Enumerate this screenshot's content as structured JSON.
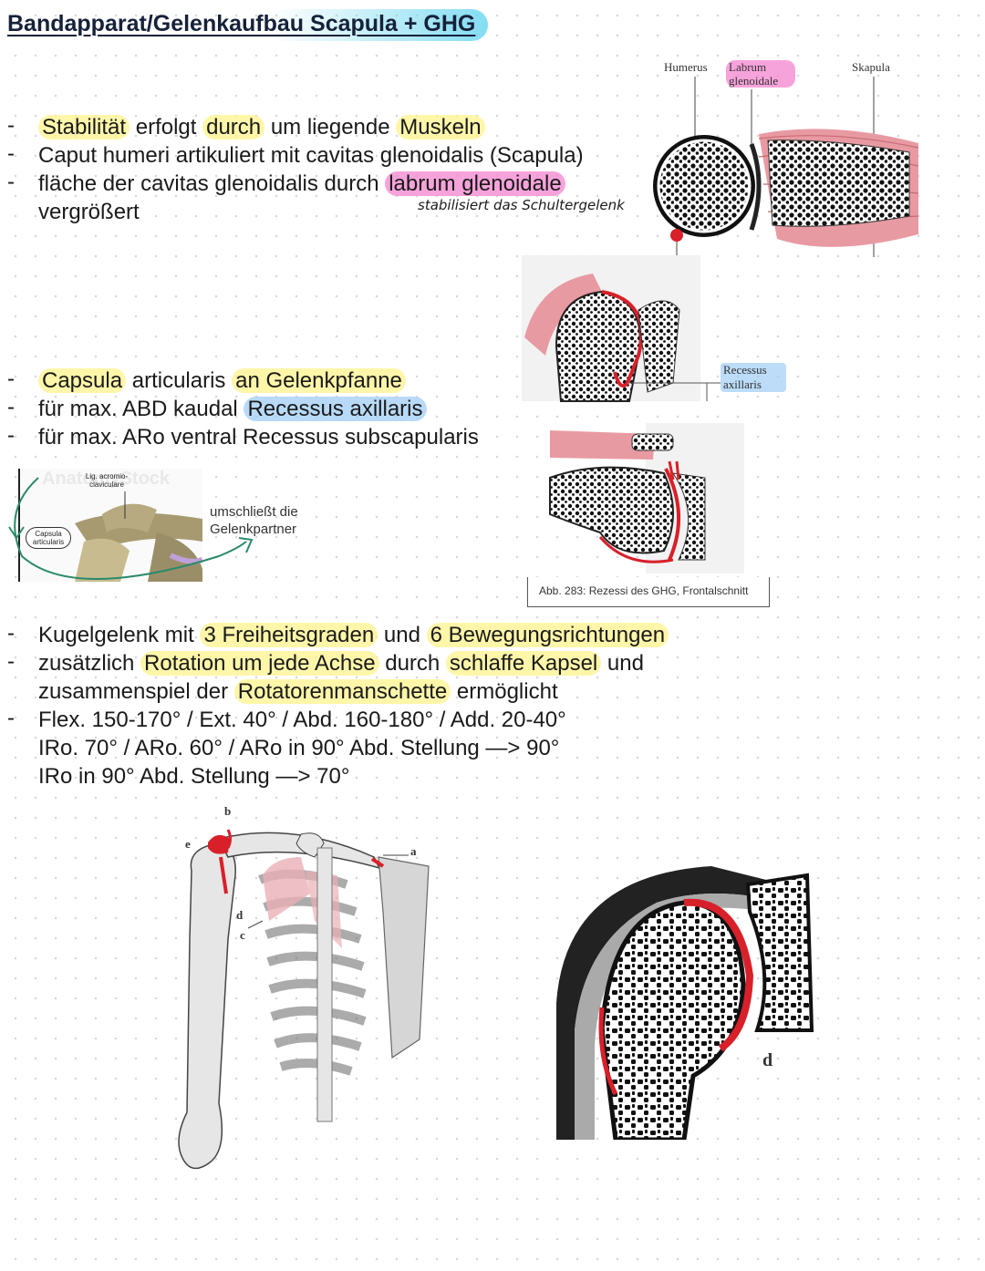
{
  "title": "Bandapparat/Gelenkaufbau Scapula + GHG",
  "section1": {
    "b1": {
      "a": "Stabilität",
      "b": " erfolgt ",
      "c": "durch",
      "d": " um liegende ",
      "e": "Muskeln"
    },
    "b2": "Caput humeri artikuliert mit cavitas glenoidalis (Scapula)",
    "b3": {
      "a": "fläche der cavitas glenoidalis durch ",
      "b": "labrum glenoidale"
    },
    "b3_cont": "vergrößert",
    "note": "stabilisiert das Schultergelenk"
  },
  "fig1_labels": {
    "humerus": "Humerus",
    "labrum": "Labrum glenoidale",
    "skapula": "Skapula"
  },
  "fig2_labels": {
    "recessus": "Recessus axillaris"
  },
  "section2": {
    "b1": {
      "a": "Capsula",
      "b": " articularis ",
      "c": "an Gelenkpfanne"
    },
    "b2": {
      "a": "für max. ABD kaudal ",
      "b": "Recessus axillaris"
    },
    "b3": "für max. ARo ventral Recessus subscapularis"
  },
  "small_img": {
    "lig": "Lig. acromio-claviculare",
    "capsula": "Capsula articularis",
    "watermark": "AnatomyStock"
  },
  "small_note": "umschließt die Gelenkpartner",
  "caption": "Abb. 283: Rezessi des GHG, Frontalschnitt",
  "section3": {
    "b1": {
      "a": "Kugelgelenk mit ",
      "b": "3 Freiheitsgraden",
      "c": " und ",
      "d": "6 Bewegungsrichtungen"
    },
    "b2": {
      "a": "zusätzlich ",
      "b": "Rotation um jede Achse",
      "c": " durch ",
      "d": "schlaffe Kapsel",
      "e": " und"
    },
    "b2_cont": {
      "a": "zusammenspiel der ",
      "b": "Rotatorenmanschette",
      "c": " ermöglicht"
    },
    "b3": "Flex. 150-170° / Ext. 40° / Abd. 160-180° / Add. 20-40°",
    "b3_cont1": "IRo. 70° / ARo. 60° / ARo in 90° Abd. Stellung —> 90°",
    "b3_cont2": "IRo in 90° Abd. Stellung —> 70°"
  },
  "skeleton_labels": {
    "a": "a",
    "b": "b",
    "c": "c",
    "d": "d",
    "e": "e"
  },
  "fig4_label": "d",
  "colors": {
    "highlight_yellow": "#fff38c",
    "highlight_pink": "#f58cd2",
    "highlight_blue": "#a0cdf5",
    "capsule_red": "#d8202a",
    "muscle_pink": "#e8a0a8"
  }
}
